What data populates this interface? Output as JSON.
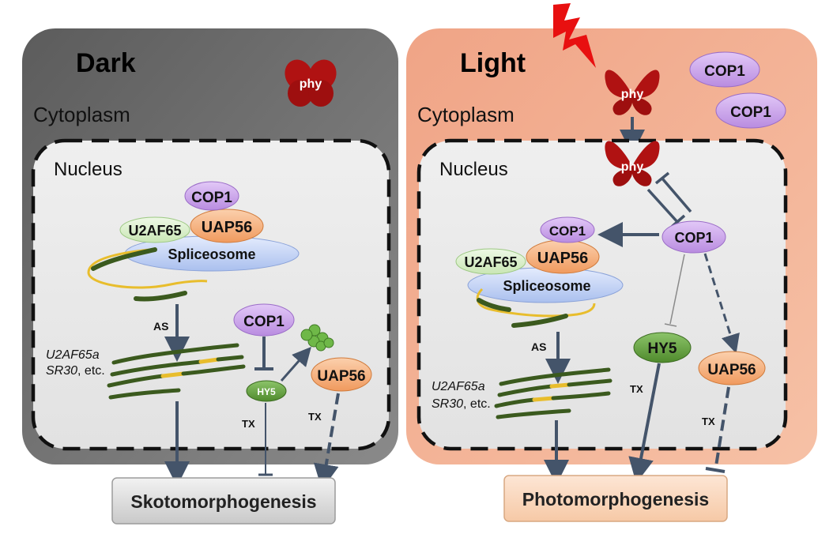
{
  "dark_panel": {
    "title": "Dark",
    "cytoplasm_label": "Cytoplasm",
    "nucleus_label": "Nucleus",
    "phy_label": "phy",
    "cop1_label": "COP1",
    "u2af65_label": "U2AF65",
    "uap56_label": "UAP56",
    "spliceosome_label": "Spliceosome",
    "as_label": "AS",
    "genes_line1": "U2AF65a",
    "genes_line2a": "SR30",
    "genes_line2b": ", etc.",
    "cop1_free_label": "COP1",
    "hy5_label": "HY5",
    "uap56_free_label": "UAP56",
    "tx_label_1": "TX",
    "tx_label_2": "TX",
    "outcome": "Skotomorphogenesis"
  },
  "light_panel": {
    "title": "Light",
    "cytoplasm_label": "Cytoplasm",
    "nucleus_label": "Nucleus",
    "phy_cyto_label": "phy",
    "phy_nuc_label": "phy",
    "cop1_cyto_1": "COP1",
    "cop1_cyto_2": "COP1",
    "cop1_nuc_label": "COP1",
    "cop1_complex_label": "COP1",
    "u2af65_label": "U2AF65",
    "uap56_label": "UAP56",
    "spliceosome_label": "Spliceosome",
    "as_label": "AS",
    "genes_line1": "U2AF65a",
    "genes_line2a": "SR30",
    "genes_line2b": ", etc.",
    "hy5_label": "HY5",
    "uap56_free_label": "UAP56",
    "tx_label_1": "TX",
    "tx_label_2": "TX",
    "outcome": "Photomorphogenesis"
  },
  "colors": {
    "dark_bg": "#6f6f6f",
    "light_bg": "#f3b194",
    "nucleus_bg": "#e7e7e7",
    "cop1": "#c9a2e8",
    "u2af65": "#d8eec8",
    "uap56": "#f6b07c",
    "spliceosome": "#c6d6f6",
    "phy": "#b01212",
    "hy5": "#6ea84a",
    "arrow": "#44546a",
    "mrna": "#3b5a1e",
    "intron": "#e8bd2c",
    "lightning": "#e81010",
    "outcome_dark": "#dadada",
    "outcome_light": "#fbd7bd"
  }
}
